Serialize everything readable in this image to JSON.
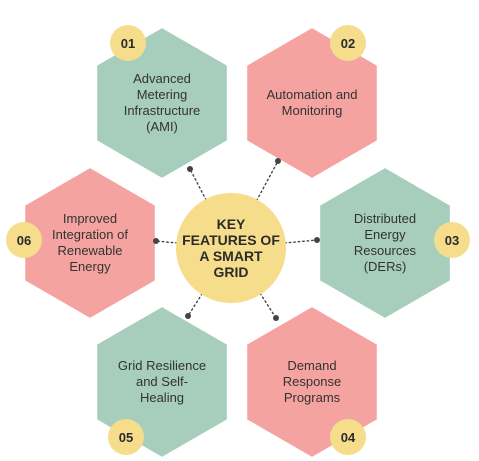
{
  "center": {
    "lines": [
      "KEY",
      "FEATURES OF",
      "A SMART",
      "GRID"
    ]
  },
  "features": [
    {
      "number": "01",
      "lines": [
        "Advanced",
        "Metering",
        "Infrastructure",
        "(AMI)"
      ],
      "color": "#a7cdbd"
    },
    {
      "number": "02",
      "lines": [
        "Automation and",
        "Monitoring"
      ],
      "color": "#f4a3a0"
    },
    {
      "number": "03",
      "lines": [
        "Distributed",
        "Energy",
        "Resources",
        "(DERs)"
      ],
      "color": "#a7cdbd"
    },
    {
      "number": "04",
      "lines": [
        "Demand",
        "Response",
        "Programs"
      ],
      "color": "#f4a3a0"
    },
    {
      "number": "05",
      "lines": [
        "Grid Resilience",
        "and Self-",
        "Healing"
      ],
      "color": "#a7cdbd"
    },
    {
      "number": "06",
      "lines": [
        "Improved",
        "Integration of",
        "Renewable",
        "Energy"
      ],
      "color": "#f4a3a0"
    }
  ],
  "colors": {
    "badge": "#f6dd8b",
    "center_circle": "#f6dd8b",
    "connector": "#444444"
  }
}
